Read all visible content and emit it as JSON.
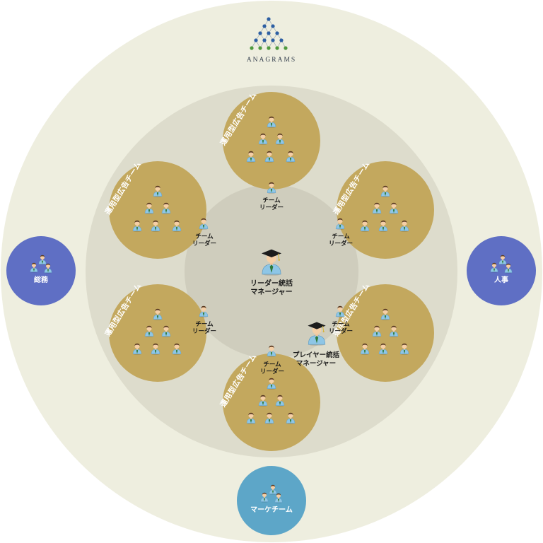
{
  "logo": {
    "name": "ANAGRAMS"
  },
  "center": {
    "line1": "リーダー統括",
    "line2": "マネージャー"
  },
  "player_manager": {
    "line1": "プレイヤー統括",
    "line2": "マネージャー"
  },
  "team_leader": {
    "line1": "チーム",
    "line2": "リーダー"
  },
  "team_name": "運用型広告チーム",
  "departments": {
    "general_affairs": "総務",
    "hr": "人事",
    "marketing": "マーケチーム"
  },
  "colors": {
    "outer_ring": "#eeeedf",
    "middle_ring": "#dddccc",
    "inner_ring": "#cfcdbd",
    "team_gold": "#c3a85e",
    "dept_blue": "#5f6fc4",
    "marketing_teal": "#5da6c8"
  },
  "icons": {
    "person": "person-icon",
    "graduate": "graduate-manager-icon",
    "logo": "anagrams-logo-icon"
  }
}
